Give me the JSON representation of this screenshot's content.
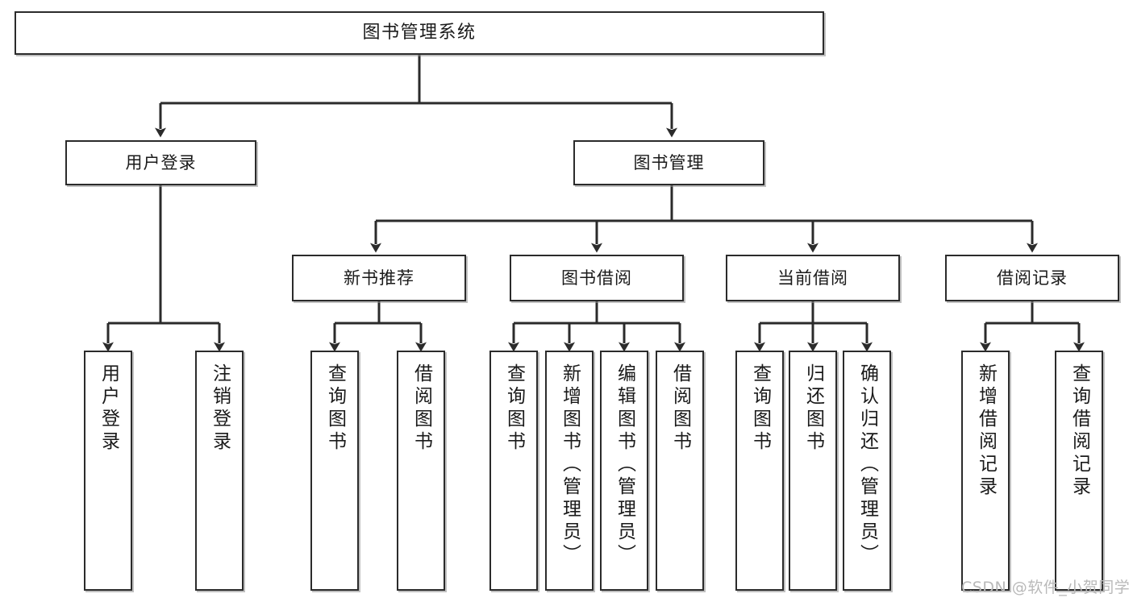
{
  "diagram": {
    "title": "图书管理系统",
    "watermark": "CSDN @软件_小贺同学",
    "colors": {
      "border": "#2b2b2b",
      "background": "#ffffff",
      "text": "#1a1a1a",
      "connector": "#2b2b2b",
      "watermark": "#b9b9b9"
    },
    "root": {
      "label": "图书管理系统"
    },
    "level2": [
      {
        "label": "用户登录"
      },
      {
        "label": "图书管理"
      }
    ],
    "level3": [
      {
        "label": "新书推荐"
      },
      {
        "label": "图书借阅"
      },
      {
        "label": "当前借阅"
      },
      {
        "label": "借阅记录"
      }
    ],
    "leaves": [
      {
        "label": "用户登录",
        "parent": "用户登录"
      },
      {
        "label": "注销登录",
        "parent": "用户登录"
      },
      {
        "label": "查询图书",
        "parent": "新书推荐"
      },
      {
        "label": "借阅图书",
        "parent": "新书推荐"
      },
      {
        "label": "查询图书",
        "parent": "图书借阅"
      },
      {
        "label": "新增图书（管理员）",
        "parent": "图书借阅"
      },
      {
        "label": "编辑图书（管理员）",
        "parent": "图书借阅"
      },
      {
        "label": "借阅图书",
        "parent": "图书借阅"
      },
      {
        "label": "查询图书",
        "parent": "当前借阅"
      },
      {
        "label": "归还图书",
        "parent": "当前借阅"
      },
      {
        "label": "确认归还（管理员）",
        "parent": "当前借阅"
      },
      {
        "label": "新增借阅记录",
        "parent": "借阅记录"
      },
      {
        "label": "查询借阅记录",
        "parent": "借阅记录"
      }
    ]
  }
}
